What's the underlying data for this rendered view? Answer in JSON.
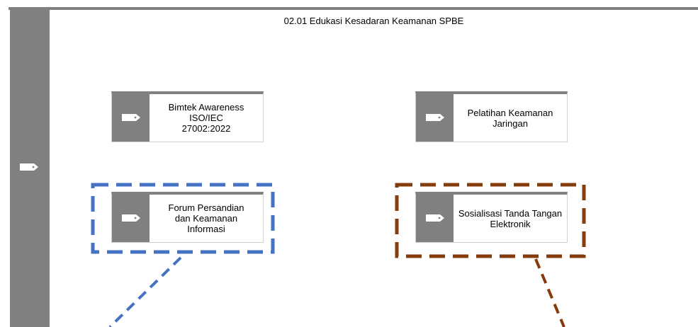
{
  "container": {
    "title": "02.01 Edukasi Kesadaran Keamanan SPBE",
    "icon": "tag-icon"
  },
  "nodes": [
    {
      "id": "bimtek",
      "label": "Bimtek Awareness ISO/IEC 27002:2022",
      "icon": "tag-icon"
    },
    {
      "id": "pelatihan",
      "label": "Pelatihan Keamanan Jaringan",
      "icon": "tag-icon"
    },
    {
      "id": "forum",
      "label": "Forum Persandian dan Keamanan Informasi",
      "icon": "tag-icon"
    },
    {
      "id": "sosialisasi",
      "label": "Sosialisasi Tanda Tangan Elektronik",
      "icon": "tag-icon"
    }
  ],
  "highlights": {
    "forum_color": "#4472C4",
    "sosialisasi_color": "#843C0C"
  },
  "colors": {
    "frame_gray": "#808080",
    "background": "#FFFFFF"
  }
}
